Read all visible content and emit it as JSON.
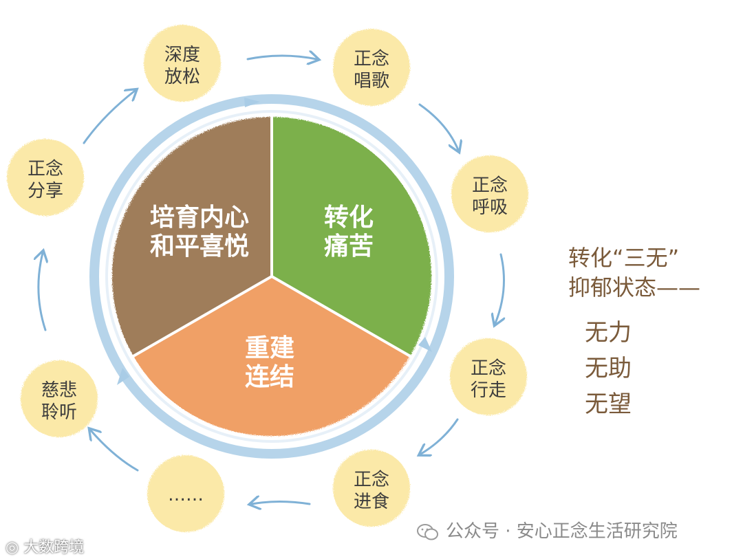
{
  "segments": {
    "brown": {
      "line1": "培育内心",
      "line2": "和平喜悦",
      "color": "#9f7d5a"
    },
    "green": {
      "line1": "转化",
      "line2": "痛苦",
      "color": "#7bb04c"
    },
    "orange": {
      "line1": "重建",
      "line2": "连结",
      "color": "#f0a066"
    }
  },
  "nodes": [
    {
      "id": "deep-relax",
      "line1": "深度",
      "line2": "放松"
    },
    {
      "id": "mindful-singing",
      "line1": "正念",
      "line2": "唱歌"
    },
    {
      "id": "mindful-breathing",
      "line1": "正念",
      "line2": "呼吸"
    },
    {
      "id": "mindful-walking",
      "line1": "正念",
      "line2": "行走"
    },
    {
      "id": "mindful-eating",
      "line1": "正念",
      "line2": "进食"
    },
    {
      "id": "more",
      "line1": "……",
      "line2": ""
    },
    {
      "id": "compassionate-listening",
      "line1": "慈悲",
      "line2": "聆听"
    },
    {
      "id": "mindful-sharing",
      "line1": "正念",
      "line2": "分享"
    }
  ],
  "side": {
    "title": "转化“三无”",
    "subtitle": "抑郁状态——",
    "items": [
      "无力",
      "无助",
      "无望"
    ]
  },
  "footer": {
    "text": "公众号 · 安心正念生活研究院"
  },
  "watermark": {
    "text": "大数跨境"
  },
  "colors": {
    "node_fill": "#fbe9a8",
    "arrow": "#7fb1d6",
    "ring": "#a9cce6",
    "side_text": "#7a5a3a"
  }
}
